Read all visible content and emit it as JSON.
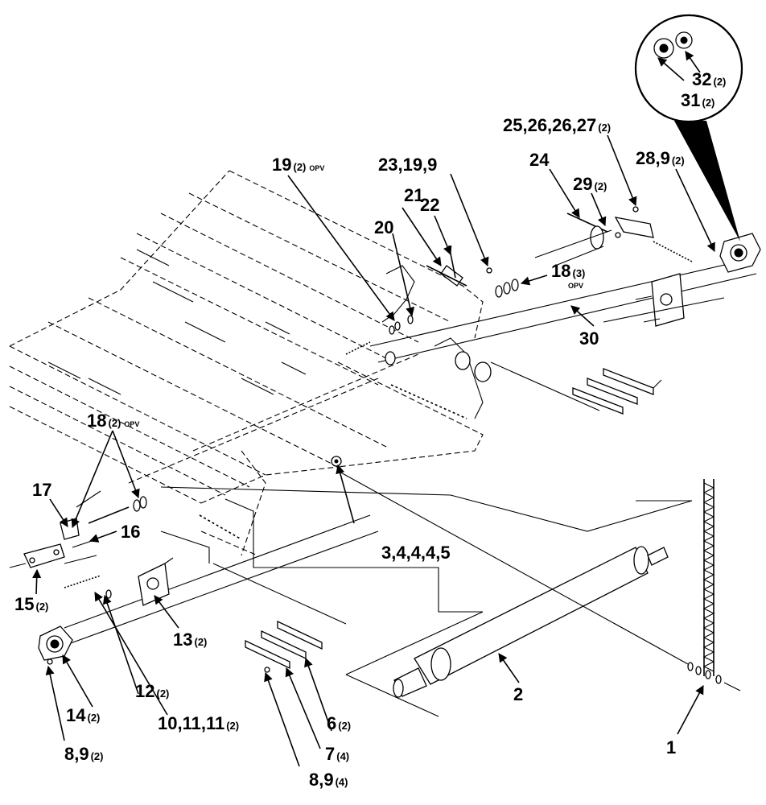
{
  "callouts": {
    "c1": {
      "num": "1",
      "qty": "",
      "tag": ""
    },
    "c2": {
      "num": "2",
      "qty": "",
      "tag": ""
    },
    "c3": {
      "num": "3,4,4,4,5",
      "qty": "",
      "tag": ""
    },
    "c6": {
      "num": "6",
      "qty": "(2)",
      "tag": ""
    },
    "c7": {
      "num": "7",
      "qty": "(4)",
      "tag": ""
    },
    "c8a": {
      "num": "8,9",
      "qty": "(4)",
      "tag": ""
    },
    "c8b": {
      "num": "8,9",
      "qty": "(2)",
      "tag": ""
    },
    "c10": {
      "num": "10,11,11",
      "qty": "(2)",
      "tag": ""
    },
    "c12": {
      "num": "12",
      "qty": "(2)",
      "tag": ""
    },
    "c13": {
      "num": "13",
      "qty": "(2)",
      "tag": ""
    },
    "c14": {
      "num": "14",
      "qty": "(2)",
      "tag": ""
    },
    "c15": {
      "num": "15",
      "qty": "(2)",
      "tag": ""
    },
    "c16": {
      "num": "16",
      "qty": "",
      "tag": ""
    },
    "c17": {
      "num": "17",
      "qty": "",
      "tag": ""
    },
    "c18a": {
      "num": "18",
      "qty": "(2)",
      "tag": "OPV"
    },
    "c18b": {
      "num": "18",
      "qty": "(3)",
      "tag": "OPV"
    },
    "c19": {
      "num": "19",
      "qty": "(2)",
      "tag": "OPV"
    },
    "c20": {
      "num": "20",
      "qty": "",
      "tag": ""
    },
    "c21": {
      "num": "21",
      "qty": "",
      "tag": ""
    },
    "c22": {
      "num": "22",
      "qty": "",
      "tag": ""
    },
    "c23": {
      "num": "23,19,9",
      "qty": "",
      "tag": ""
    },
    "c24": {
      "num": "24",
      "qty": "",
      "tag": ""
    },
    "c25": {
      "num": "25,26,26,27",
      "qty": "(2)",
      "tag": ""
    },
    "c28": {
      "num": "28,9",
      "qty": "(2)",
      "tag": ""
    },
    "c29": {
      "num": "29",
      "qty": "(2)",
      "tag": ""
    },
    "c30": {
      "num": "30",
      "qty": "",
      "tag": ""
    },
    "c31": {
      "num": "31",
      "qty": "(2)",
      "tag": ""
    },
    "c32": {
      "num": "32",
      "qty": "(2)",
      "tag": ""
    }
  }
}
